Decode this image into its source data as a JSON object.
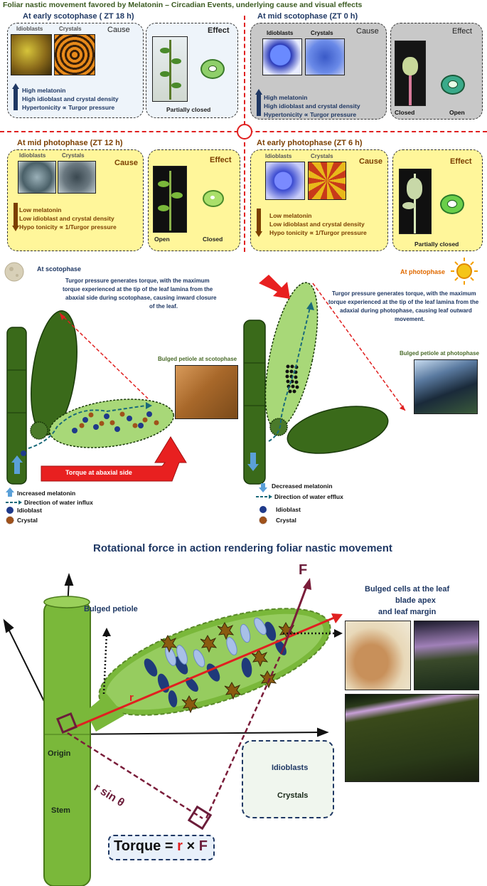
{
  "header": {
    "title": "Foliar nastic movement favored by Melatonin – Circadian Events, underlying cause and visual effects"
  },
  "panels": {
    "early_scotophase": {
      "title": "At early scotophase ( ZT 18 h)",
      "label_idioblasts": "Idioblasts",
      "label_crystals": "Crystals",
      "cause": "Cause",
      "effect": "Effect",
      "lines": [
        "High melatonin",
        "High idioblast and crystal density",
        "Hypertonicity ∝ Turgor pressure"
      ],
      "state": "Partially closed"
    },
    "mid_scotophase": {
      "title": "At  mid scotophase (ZT 0 h)",
      "label_idioblasts": "Idioblasts",
      "label_crystals": "Crystals",
      "cause": "Cause",
      "effect": "Effect",
      "lines": [
        "High melatonin",
        "High idioblast and crystal density",
        "Hypertonicity ∝ Turgor pressure"
      ],
      "state_left": "Closed",
      "state_right": "Open"
    },
    "mid_photophase": {
      "title": "At  mid photophase (ZT 12 h)",
      "label_idioblasts": "Idioblasts",
      "label_crystals": "Crystals",
      "cause": "Cause",
      "effect": "Effect",
      "lines": [
        "Low melatonin",
        "Low idioblast and crystal density",
        "Hypo tonicity ∝ 1/Turgor pressure"
      ],
      "state_left": "Open",
      "state_right": "Closed"
    },
    "early_photophase": {
      "title": "At  early photophase (ZT 6 h)",
      "label_idioblasts": "Idioblasts",
      "label_crystals": "Crystals",
      "cause": "Cause",
      "effect": "Effect",
      "lines": [
        "Low melatonin",
        "Low idioblast and crystal density",
        "Hypo tonicity ∝ 1/Turgor pressure"
      ],
      "state": "Partially closed"
    }
  },
  "middle": {
    "scotophase_label": "At scotophase",
    "scotophase_text": [
      "Turgor pressure generates torque, with the maximum",
      "torque experienced at the tip of the leaf lamina from the",
      "abaxial side during scotophase, causing inward closure",
      "of the leaf."
    ],
    "bulged_scoto": "Bulged petiole at scotophase",
    "torque_abaxial": "Torque at abaxial side",
    "legend_left": [
      "Increased melatonin",
      "Direction of water influx",
      "Idioblast",
      "Crystal"
    ],
    "photophase_label": "At photophase",
    "photophase_text": [
      "Turgor pressure generates torque, with the maximum",
      "torque experienced at the tip of the leaf lamina from the",
      "adaxial during photophase, causing leaf outward",
      "movement."
    ],
    "bulged_photo": "Bulged petiole at photophase",
    "legend_right": [
      "Decreased melatonin",
      "Direction of water efflux",
      "Idioblast",
      "Crystal"
    ]
  },
  "bottom": {
    "title": "Rotational force in action rendering foliar nastic movement",
    "F": "F",
    "bulged_cells": [
      "Bulged cells at the leaf",
      "blade apex",
      "and leaf margin"
    ],
    "bulged_petiole": "Bulged petiole",
    "r": "r",
    "origin": "Origin",
    "r_sin_theta": "r sin θ",
    "stem": "Stem",
    "idioblasts": "Idioblasts",
    "crystals": "Crystals",
    "torque_parts": [
      "Torque = ",
      "r",
      " × ",
      "F"
    ]
  },
  "colors": {
    "navy": "#1f3864",
    "brown": "#7b3f00",
    "red": "#e02020",
    "green_text": "#4a6b2a",
    "maroon": "#6b1d3a"
  }
}
